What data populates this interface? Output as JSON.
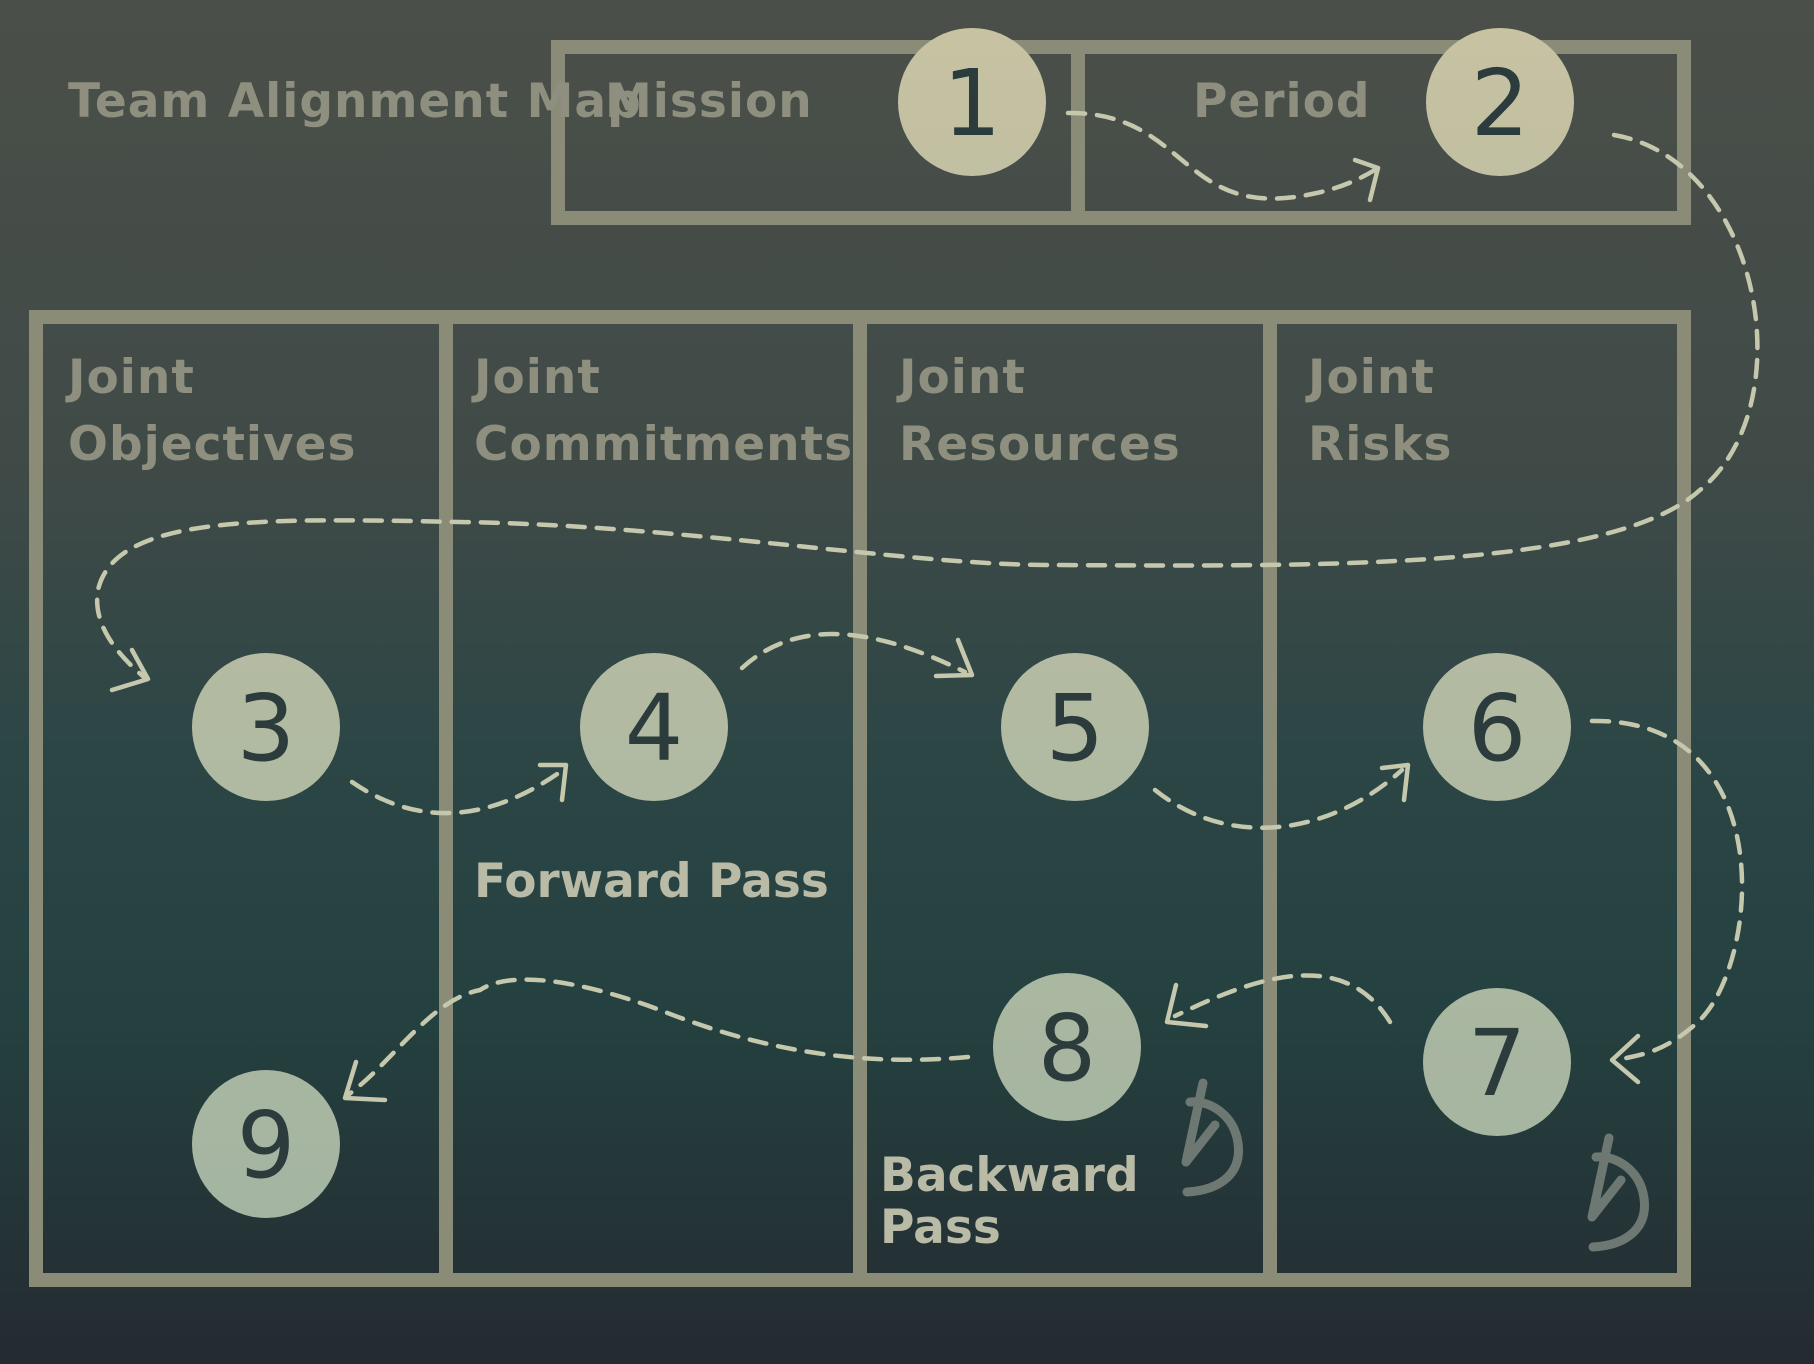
{
  "title": "Team Alignment Map",
  "header": {
    "mission": "Mission",
    "period": "Period"
  },
  "columns": [
    {
      "line1": "Joint",
      "line2": "Objectives"
    },
    {
      "line1": "Joint",
      "line2": "Commitments"
    },
    {
      "line1": "Joint",
      "line2": "Resources"
    },
    {
      "line1": "Joint",
      "line2": "Risks"
    }
  ],
  "passes": {
    "forward": "Forward Pass",
    "backward_line1": "Backward",
    "backward_line2": "Pass"
  },
  "steps": [
    "1",
    "2",
    "3",
    "4",
    "5",
    "6",
    "7",
    "8",
    "9"
  ],
  "colors": {
    "frame": "#8a8c78",
    "label_text": "#8e8f7e",
    "pass_text": "#b9bba7",
    "badge_top": "#c7c2a2",
    "badge_bottom": "#9fb3a1",
    "badge_number": "#2c3b3b",
    "flow_arrow": "#c5c8ad"
  },
  "icons": [
    "step-circle",
    "dashed-flow-arrow",
    "undo-arrow-icon"
  ]
}
